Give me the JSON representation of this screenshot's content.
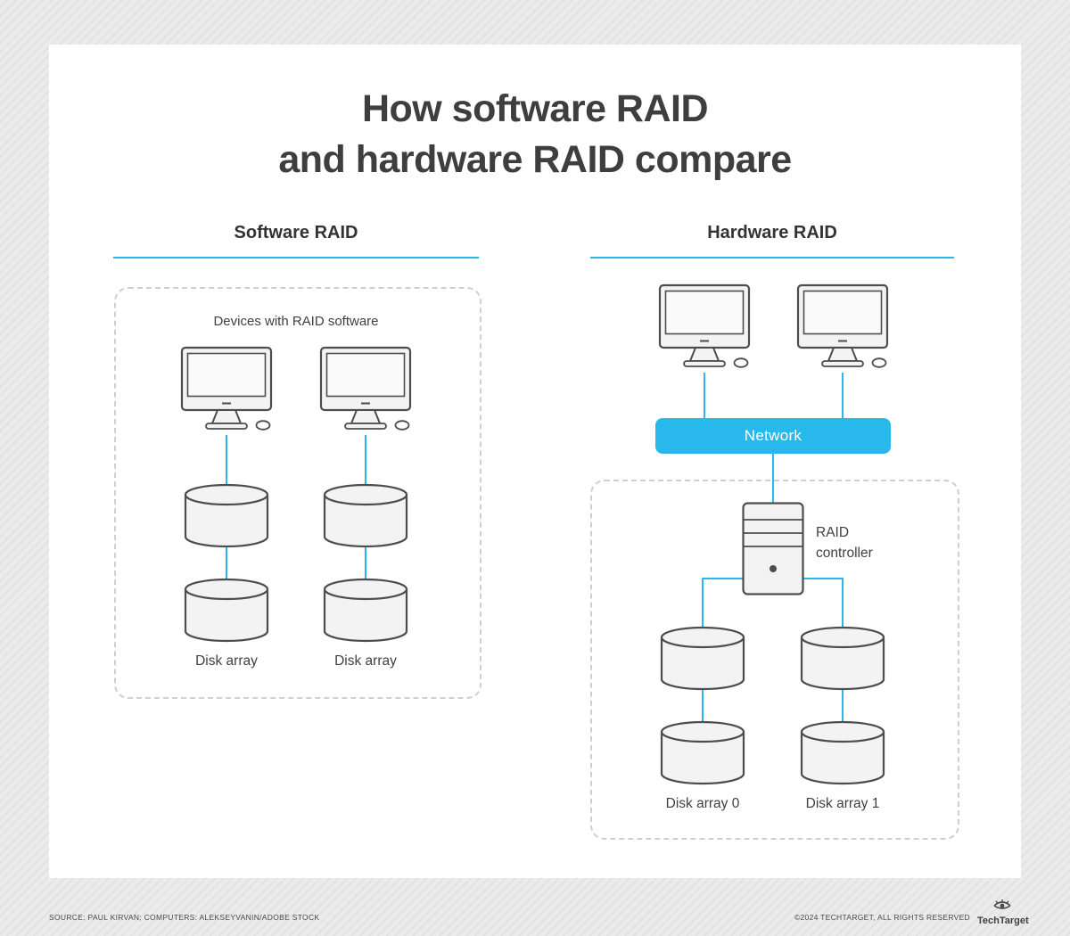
{
  "title": {
    "line1": "How software RAID",
    "line2": "and hardware RAID compare"
  },
  "panels": {
    "software": {
      "heading": "Software RAID",
      "device_label": "Devices with RAID software",
      "disk_arrays": [
        "Disk array",
        "Disk array"
      ]
    },
    "hardware": {
      "heading": "Hardware RAID",
      "network_label": "Network",
      "controller_label": "RAID controller",
      "disk_arrays": [
        "Disk array 0",
        "Disk array 1"
      ]
    }
  },
  "icons": {
    "computer": "desktop-computer",
    "disk": "storage-cylinder",
    "controller": "server-tower",
    "brand": "eye"
  },
  "colors": {
    "accent": "#29B8EC",
    "title_text": "#3E3E3E",
    "outline": "#4D4D4D"
  },
  "footer": {
    "source": "SOURCE: PAUL KIRVAN; COMPUTERS: ALEKSEYVANIN/ADOBE STOCK",
    "copyright": "©2024 TECHTARGET, ALL RIGHTS RESERVED",
    "brand": "TechTarget"
  }
}
